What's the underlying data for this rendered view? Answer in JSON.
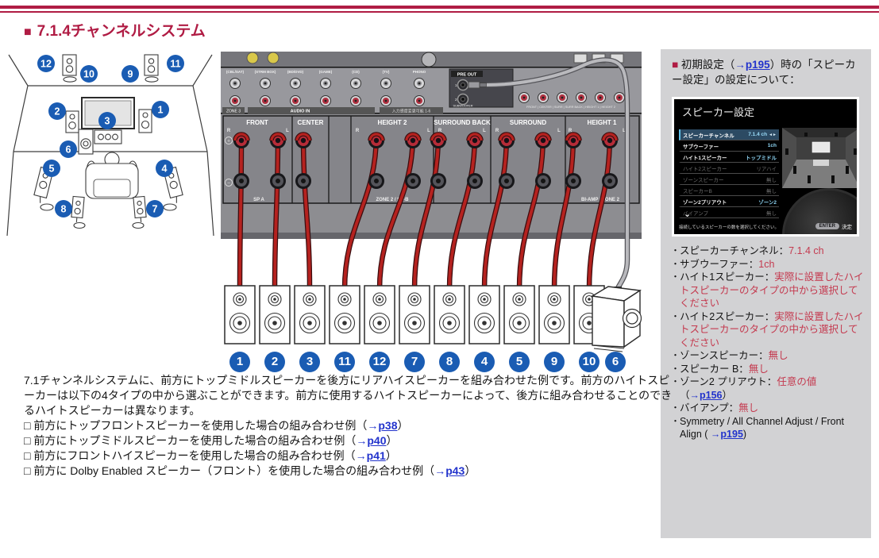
{
  "page": {
    "title_bullet": "■",
    "title": "7.1.4チャンネルシステム"
  },
  "amp_panel": {
    "inputs": [
      "(CBL/SAT)",
      "(STRM BOX)",
      "(BD/DVD)",
      "(GAME)",
      "(CD)",
      "(TV)",
      "PHONO"
    ],
    "zone3": "ZONE 3",
    "audio_in": "AUDIO IN",
    "input_note": "入力感度変更可能 1-6",
    "pre_out": "PRE OUT",
    "preout_jack1": "1",
    "preout_jack2": "2",
    "subwoofer": "SUBWOOFER",
    "preout_channels": "FRONT | CENTER | SURR | SURR BACK | HEIGHT 1 | HEIGHT 2",
    "r": "R",
    "l": "L",
    "plus": "+",
    "minus": "−",
    "sections": [
      {
        "name": "FRONT",
        "sub": "SP A"
      },
      {
        "name": "CENTER",
        "sub": ""
      },
      {
        "name": "HEIGHT 2",
        "sub": "ZONE 2 / SP-B"
      },
      {
        "name": "SURROUND BACK",
        "sub": ""
      },
      {
        "name": "SURROUND",
        "sub": ""
      },
      {
        "name": "HEIGHT 1",
        "sub": "BI-AMP / ZONE 2"
      }
    ]
  },
  "connection": {
    "speakers": [
      "1",
      "2",
      "3",
      "11",
      "12",
      "7",
      "8",
      "4",
      "5",
      "9",
      "10"
    ],
    "subwoofer": "6"
  },
  "room": {
    "badges": [
      "1",
      "2",
      "3",
      "4",
      "5",
      "6",
      "7",
      "8",
      "9",
      "10",
      "11",
      "12"
    ]
  },
  "sidebar": {
    "bullet_char": "・",
    "heading": {
      "segments": [
        {
          "t": "■ ",
          "c": "bullet"
        },
        {
          "t": "初期設定（",
          "c": "text"
        },
        {
          "t": "→",
          "c": "arrow"
        },
        {
          "link": "p195"
        },
        {
          "t": "）時の「スピーカー設定」の設定について：",
          "c": "text"
        }
      ]
    },
    "gui": {
      "title": "スピーカー設定",
      "rows": [
        {
          "label": "スピーカーチャンネル",
          "value": "7.1.4 ch",
          "state": "selected",
          "arrows": "◄►"
        },
        {
          "label": "サブウーファー",
          "value": "1ch",
          "state": "on"
        },
        {
          "label": "ハイト1スピーカー",
          "value": "トップミドル",
          "state": "on"
        },
        {
          "label": "ハイト2スピーカー",
          "value": "リアハイ",
          "state": "dim"
        },
        {
          "label": "ゾーンスピーカー",
          "value": "無し",
          "state": "dim"
        },
        {
          "label": "スピーカーB",
          "value": "無し",
          "state": "dim"
        },
        {
          "label": "ゾーン2プリアウト",
          "value": "ゾーン2",
          "state": "on"
        },
        {
          "label": "バイアンプ",
          "value": "無し",
          "state": "dim"
        }
      ],
      "more_indicator": "⌄",
      "help": "接続しているスピーカーの数を選択してください。",
      "enter_button": "ENTER",
      "enter_label": "決定"
    },
    "items": [
      {
        "segments": [
          {
            "t": "スピーカーチャンネル：",
            "c": "text"
          },
          {
            "t": "7.1.4 ch",
            "c": "red"
          }
        ]
      },
      {
        "segments": [
          {
            "t": "サブウーファー：",
            "c": "text"
          },
          {
            "t": "1ch",
            "c": "red"
          }
        ]
      },
      {
        "segments": [
          {
            "t": "ハイト1スピーカー：",
            "c": "text"
          },
          {
            "t": "実際に設置したハイトスピーカーのタイプの中から選択してください",
            "c": "red"
          }
        ]
      },
      {
        "segments": [
          {
            "t": "ハイト2スピーカー：",
            "c": "text"
          },
          {
            "t": "実際に設置したハイトスピーカーのタイプの中から選択してください",
            "c": "red"
          }
        ]
      },
      {
        "segments": [
          {
            "t": "ゾーンスピーカー：",
            "c": "text"
          },
          {
            "t": "無し",
            "c": "red"
          }
        ]
      },
      {
        "segments": [
          {
            "t": "スピーカー B：",
            "c": "text"
          },
          {
            "t": "無し",
            "c": "red"
          }
        ]
      },
      {
        "segments": [
          {
            "t": "ゾーン2 プリアウト：",
            "c": "text"
          },
          {
            "t": "任意の値",
            "c": "red"
          },
          {
            "br": true
          },
          {
            "t": "（",
            "c": "text"
          },
          {
            "t": "→",
            "c": "arrow"
          },
          {
            "link": "p156"
          },
          {
            "t": "）",
            "c": "text"
          }
        ]
      },
      {
        "segments": [
          {
            "t": "バイアンプ：",
            "c": "text"
          },
          {
            "t": "無し",
            "c": "red"
          }
        ]
      },
      {
        "segments": [
          {
            "t": "Symmetry / All Channel Adjust / Front Align ( ",
            "c": "text"
          },
          {
            "t": "→",
            "c": "arrow"
          },
          {
            "link": "p195"
          },
          {
            "t": ")",
            "c": "text"
          }
        ]
      }
    ]
  },
  "footer": {
    "paragraph": "7.1チャンネルシステムに、前方にトップミドルスピーカーを後方にリアハイスピーカーを組み合わせた例です。前方のハイトスピーカーは以下の4タイプの中から選ぶことができます。前方に使用するハイトスピーカーによって、後方に組み合わせることのできるハイトスピーカーは異なります。",
    "examples": [
      {
        "segments": [
          {
            "t": "□ 前方にトップフロントスピーカーを使用した場合の組み合わせ例（",
            "c": "text"
          },
          {
            "t": "→",
            "c": "arrow"
          },
          {
            "link": "p38"
          },
          {
            "t": "）",
            "c": "text"
          }
        ]
      },
      {
        "segments": [
          {
            "t": "□ 前方にトップミドルスピーカーを使用した場合の組み合わせ例（",
            "c": "text"
          },
          {
            "t": "→",
            "c": "arrow"
          },
          {
            "link": "p40"
          },
          {
            "t": "）",
            "c": "text"
          }
        ]
      },
      {
        "segments": [
          {
            "t": "□ 前方にフロントハイスピーカーを使用した場合の組み合わせ例（",
            "c": "text"
          },
          {
            "t": "→",
            "c": "arrow"
          },
          {
            "link": "p41"
          },
          {
            "t": "）",
            "c": "text"
          }
        ]
      },
      {
        "segments": [
          {
            "t": "□ 前方に Dolby Enabled スピーカー（フロント）を使用した場合の組み合わせ例（",
            "c": "text"
          },
          {
            "t": "→",
            "c": "arrow"
          },
          {
            "link": "p43"
          },
          {
            "t": "）",
            "c": "text"
          }
        ]
      }
    ]
  }
}
